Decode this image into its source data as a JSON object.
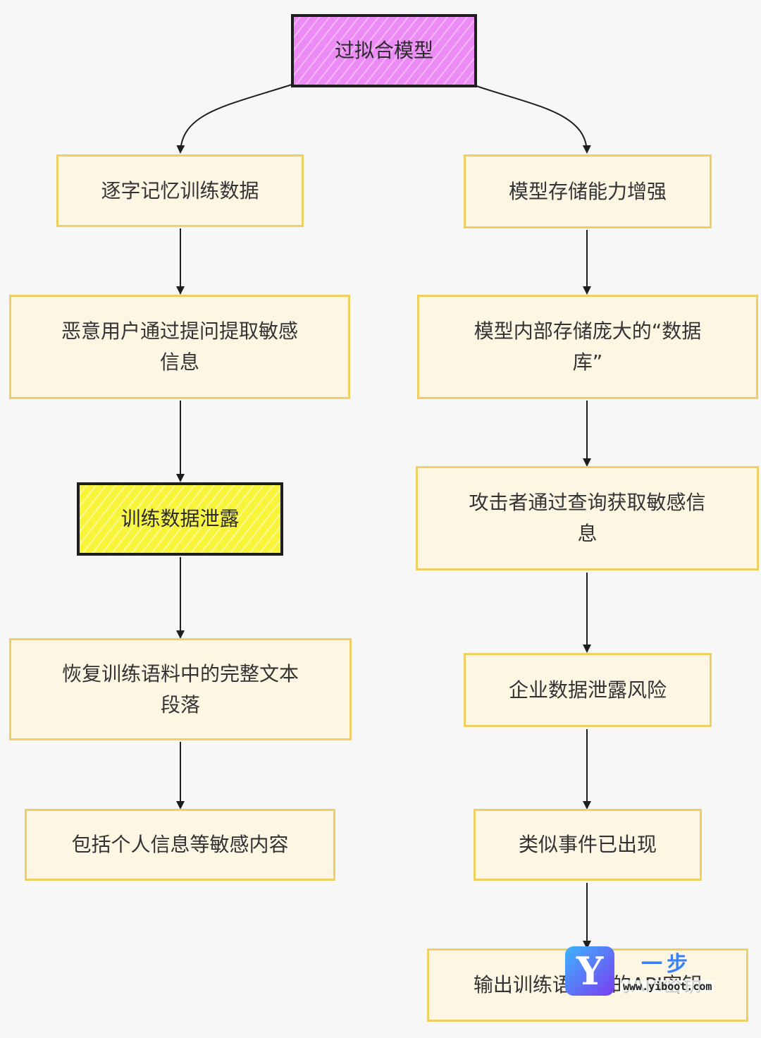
{
  "nodes": {
    "root": "过拟合模型",
    "left": [
      "逐字记忆训练数据",
      "恶意用户通过提问提取敏感信息",
      "训练数据泄露",
      "恢复训练语料中的完整文本段落",
      "包括个人信息等敏感内容"
    ],
    "right": [
      "模型存储能力增强",
      "模型内部存储庞大的“数据库”",
      "攻击者通过查询获取敏感信息",
      "企业数据泄露风险",
      "类似事件已出现",
      "输出训练语料中的API密钥"
    ]
  },
  "watermark": {
    "logo_letter": "Y",
    "brand": "一步",
    "url": "www.yiboot.com"
  },
  "colors": {
    "root_fill": "#ec8bf5",
    "highlight_fill": "#f8f43a",
    "node_fill": "#fcf6e3",
    "node_border": "#f0cf62",
    "edge": "#1e1e1e"
  }
}
